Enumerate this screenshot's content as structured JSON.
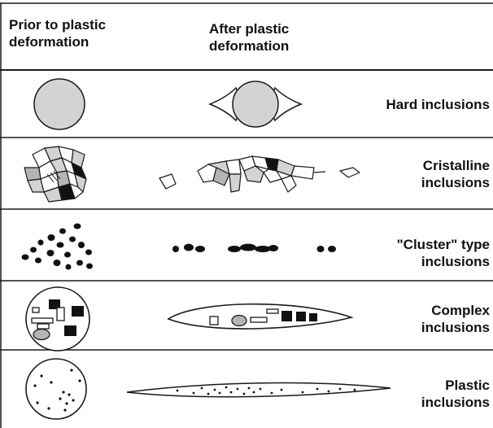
{
  "columns": {
    "before": "Prior to plastic\ndeformation",
    "after": "After plastic\ndeformation"
  },
  "rows": [
    {
      "label": "Hard inclusions",
      "shape": "sphere"
    },
    {
      "label": "Cristalline\ninclusions",
      "shape": "crystal-cluster"
    },
    {
      "label": "\"Cluster\" type\ninclusions",
      "shape": "dot-cluster"
    },
    {
      "label": "Complex\ninclusions",
      "shape": "multi-phase"
    },
    {
      "label": "Plastic\ninclusions",
      "shape": "deformable"
    }
  ],
  "colors": {
    "line": "#1a1a1a",
    "grey_fill": "#d3d3d3",
    "mid_grey": "#b4b4b4",
    "dark_fill": "#111111"
  }
}
